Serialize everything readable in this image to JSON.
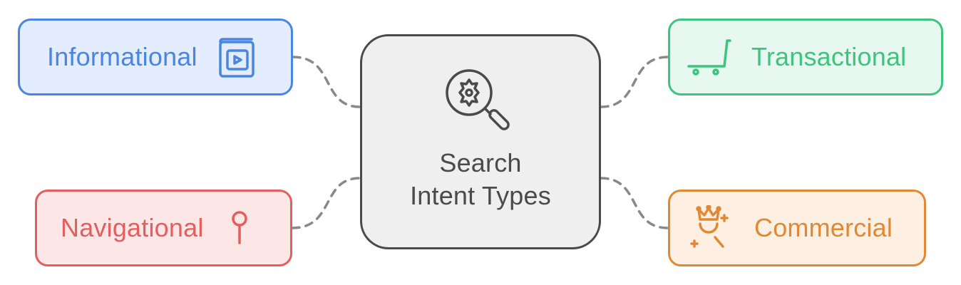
{
  "diagram": {
    "center": {
      "title_line1": "Search",
      "title_line2": "Intent Types",
      "icon": "search-gear-icon",
      "color": "#4a4a4a",
      "fill": "#efefef"
    },
    "nodes": [
      {
        "id": "informational",
        "label": "Informational",
        "icon": "book-video-icon",
        "color": "#4a86e0",
        "fill": "#e3edfd",
        "position": "top-left"
      },
      {
        "id": "navigational",
        "label": "Navigational",
        "icon": "location-pin-icon",
        "color": "#e35f5f",
        "fill": "#fde6e6",
        "position": "bottom-left"
      },
      {
        "id": "transactional",
        "label": "Transactional",
        "icon": "shopping-cart-icon",
        "color": "#3ec47e",
        "fill": "#e6f8ef",
        "position": "top-right"
      },
      {
        "id": "commercial",
        "label": "Commercial",
        "icon": "crown-search-icon",
        "color": "#e08935",
        "fill": "#fdf0e3",
        "position": "bottom-right"
      }
    ],
    "connector_color": "#888888",
    "connector_style": "dashed"
  }
}
